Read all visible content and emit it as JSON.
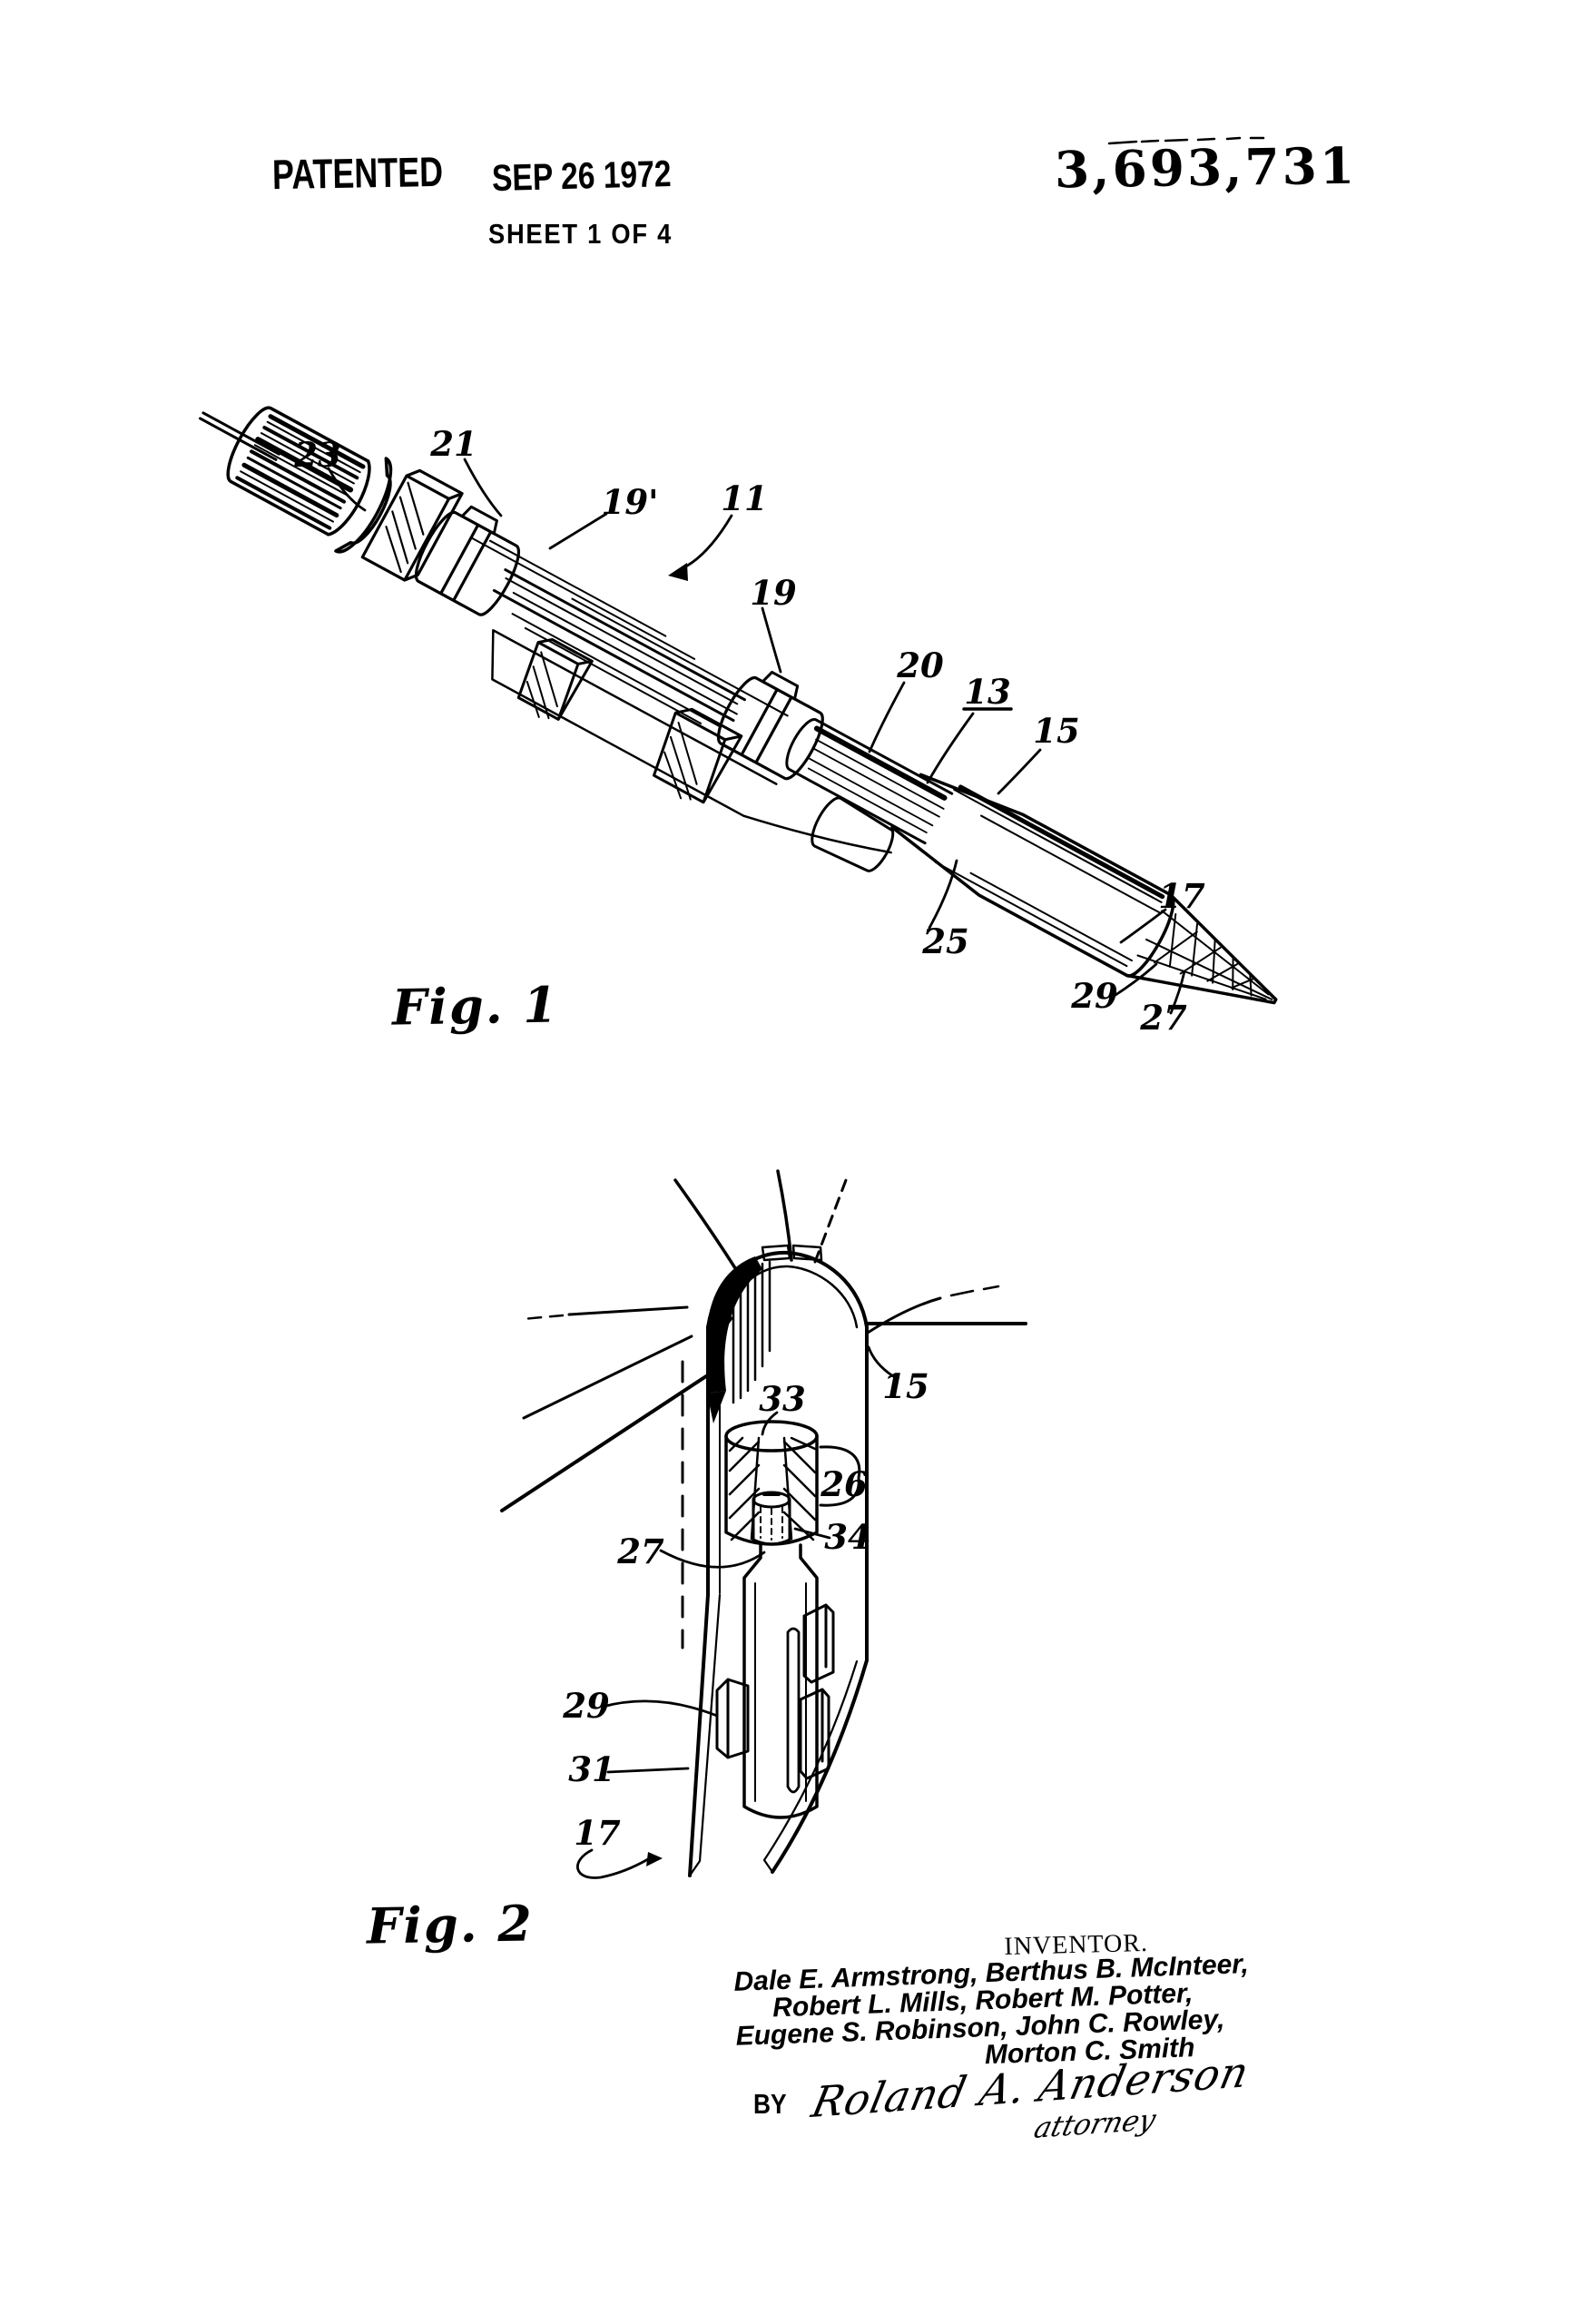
{
  "header": {
    "patented_label": "PATENTED",
    "patent_date": "SEP 26 1972",
    "patent_number": "3,693,731",
    "sheet_info": "SHEET 1 OF 4"
  },
  "fig1": {
    "caption": "Fig. 1",
    "ref_numerals": {
      "n23": "23",
      "n21": "21",
      "n19p": "19'",
      "n11": "11",
      "n19": "19",
      "n20": "20",
      "n13": "13",
      "n15": "15",
      "n17": "17",
      "n25": "25",
      "n29": "29",
      "n27": "27"
    }
  },
  "fig2": {
    "caption": "Fig. 2",
    "ref_numerals": {
      "n33": "33",
      "n15": "15",
      "n26": "26",
      "n34": "34",
      "n27": "27",
      "n29": "29",
      "n31": "31",
      "n17": "17"
    }
  },
  "signature_block": {
    "inventor_label": "INVENTOR.",
    "inventor_lines": [
      "Dale E. Armstrong, Berthus B. McInteer,",
      "Robert L. Mills, Robert M. Potter,",
      "Eugene S. Robinson, John C. Rowley,",
      "Morton C. Smith"
    ],
    "by_label": "BY",
    "attorney_signature": "Roland A. Anderson",
    "attorney_title": "attorney"
  }
}
